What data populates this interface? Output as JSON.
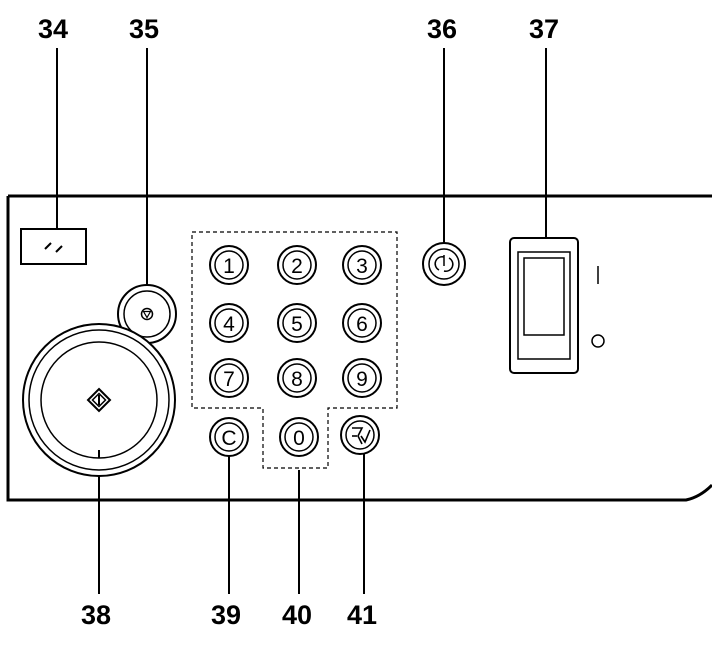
{
  "callouts": {
    "n34": "34",
    "n35": "35",
    "n36": "36",
    "n37": "37",
    "n38": "38",
    "n39": "39",
    "n40": "40",
    "n41": "41"
  },
  "keypad": {
    "k1": "1",
    "k2": "2",
    "k3": "3",
    "k4": "4",
    "k5": "5",
    "k6": "6",
    "k7": "7",
    "k8": "8",
    "k9": "9",
    "clear": "C",
    "k0": "0"
  },
  "power_switch": {
    "on_mark": "I",
    "off_mark": "O"
  },
  "icons": {
    "status_button": "diagonal-ticks-icon",
    "stop_button": "stop-triangle-icon",
    "interrupt_button": "interrupt-icon",
    "start_button": "start-diamond-icon",
    "program_button": "program-icon"
  },
  "colors": {
    "line": "#000000",
    "background": "#ffffff"
  }
}
